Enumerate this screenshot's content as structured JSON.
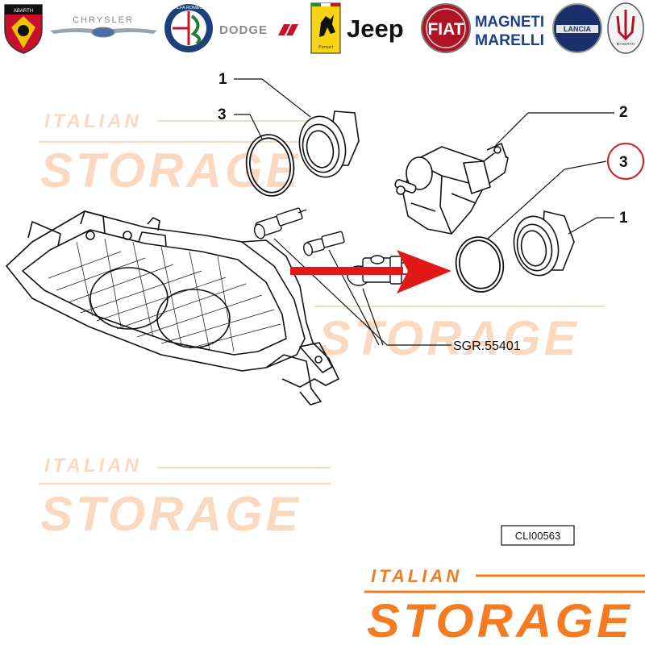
{
  "brands": [
    {
      "name": "Abarth",
      "label": "ABARTH"
    },
    {
      "name": "Chrysler",
      "label": "CHRYSLER"
    },
    {
      "name": "Alfa Romeo",
      "label": "ALFA ROMEO"
    },
    {
      "name": "Dodge",
      "label": "DODGE"
    },
    {
      "name": "Ferrari",
      "label": "Ferrari"
    },
    {
      "name": "Jeep",
      "label": "Jeep"
    },
    {
      "name": "Fiat",
      "label": "FIAT"
    },
    {
      "name": "Magneti Marelli",
      "label_line1": "MAGNETI",
      "label_line2": "MARELLI"
    },
    {
      "name": "Lancia",
      "label": "LANCIA"
    },
    {
      "name": "Maserati",
      "label": "MASERATI"
    }
  ],
  "watermark": {
    "line1": "ITALIAN",
    "line2": "STORAGE"
  },
  "logo": {
    "line1": "ITALIAN",
    "line2": "STORAGE"
  },
  "callouts": {
    "c1a": "1",
    "c3a": "3",
    "c2": "2",
    "c3b": "3",
    "c1b": "1",
    "part_ref": "SGR.55401"
  },
  "drawing_code": "CLI00563",
  "colors": {
    "accent": "#f47b20",
    "arrow": "#e01818",
    "highlight_circle": "#d81b1b",
    "line": "#111111"
  }
}
